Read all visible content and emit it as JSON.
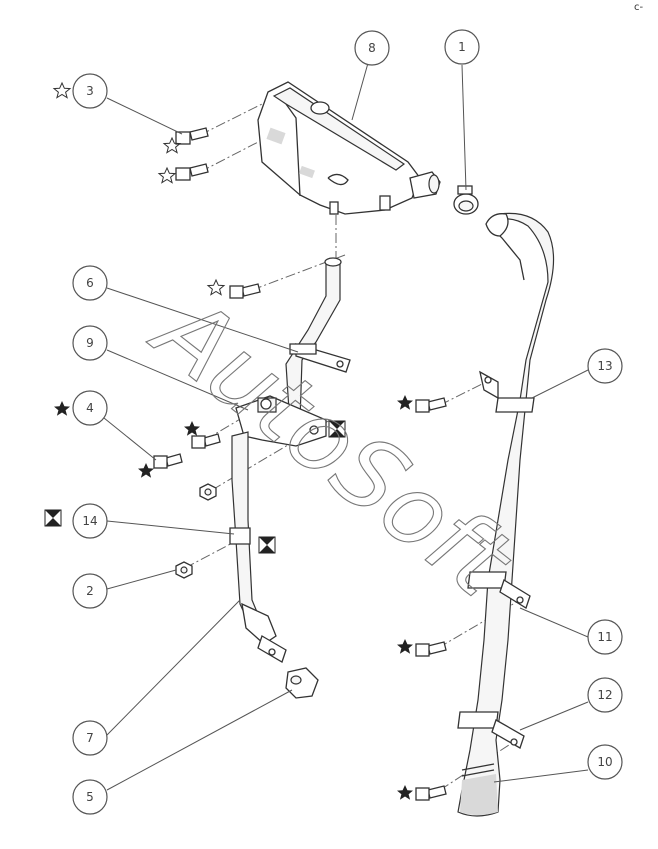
{
  "corner_mark": "c-",
  "watermark": "AutoSoft",
  "callouts": [
    {
      "id": "1",
      "label": "1"
    },
    {
      "id": "2",
      "label": "2"
    },
    {
      "id": "3",
      "label": "3"
    },
    {
      "id": "4",
      "label": "4"
    },
    {
      "id": "5",
      "label": "5"
    },
    {
      "id": "6",
      "label": "6"
    },
    {
      "id": "7",
      "label": "7"
    },
    {
      "id": "8",
      "label": "8"
    },
    {
      "id": "9",
      "label": "9"
    },
    {
      "id": "10",
      "label": "10"
    },
    {
      "id": "11",
      "label": "11"
    },
    {
      "id": "12",
      "label": "12"
    },
    {
      "id": "13",
      "label": "13"
    },
    {
      "id": "14",
      "label": "14"
    }
  ],
  "symbols": {
    "star": "star-icon",
    "hourglass": "hourglass-icon"
  }
}
